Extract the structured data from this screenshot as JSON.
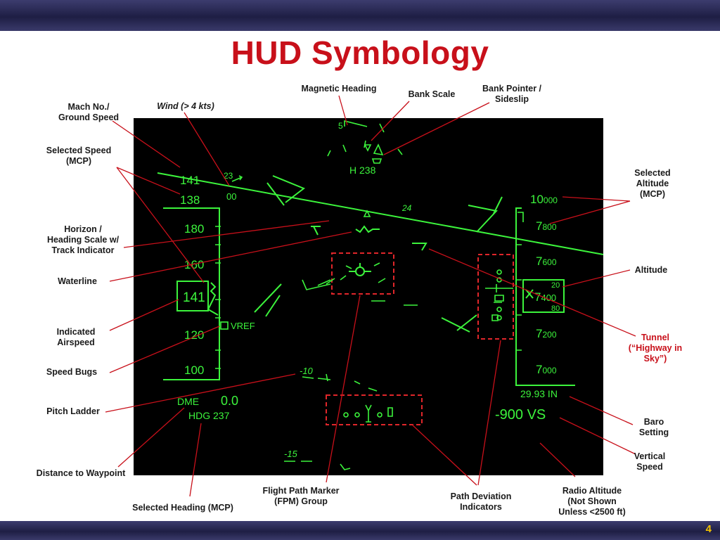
{
  "slide": {
    "title": "HUD Symbology",
    "page_number": "4",
    "colors": {
      "title": "#c8101a",
      "band": "#2a2a55",
      "hud_green": "#3cf43c",
      "hud_bg": "#000000",
      "pointer": "#c8101a",
      "page_number": "#f5c400"
    }
  },
  "labels": {
    "magnetic_heading": "Magnetic Heading",
    "bank_scale": "Bank Scale",
    "bank_pointer": [
      "Bank Pointer /",
      "Sideslip"
    ],
    "mach_ground_speed": [
      "Mach No./",
      "Ground Speed"
    ],
    "wind": "Wind (> 4 kts)",
    "selected_speed": [
      "Selected Speed",
      "(MCP)"
    ],
    "horizon": [
      "Horizon /",
      "Heading Scale w/",
      "Track Indicator"
    ],
    "waterline": "Waterline",
    "indicated_airspeed": [
      "Indicated",
      "Airspeed"
    ],
    "speed_bugs": "Speed Bugs",
    "pitch_ladder": "Pitch Ladder",
    "distance_to_waypoint": "Distance to Waypoint",
    "selected_heading": "Selected Heading (MCP)",
    "fpm_group": [
      "Flight Path Marker",
      "(FPM) Group"
    ],
    "path_deviation": [
      "Path Deviation",
      "Indicators"
    ],
    "radio_altitude": [
      "Radio Altitude",
      "(Not Shown",
      "Unless <2500 ft)"
    ],
    "selected_altitude": [
      "Selected",
      "Altitude",
      "(MCP)"
    ],
    "altitude": "Altitude",
    "tunnel": [
      "Tunnel",
      "(“Highway in",
      "Sky”)"
    ],
    "baro_setting": [
      "Baro",
      "Setting"
    ],
    "vertical_speed": [
      "Vertical",
      "Speed"
    ]
  },
  "hud": {
    "heading_readout": "H  238",
    "heading_tick_5": "5",
    "mach_value": "141",
    "selected_speed_value": "138",
    "wind_direction": "23",
    "wind_speed": "00",
    "track_tick": "24",
    "speed_tape": [
      "180",
      "160",
      "120",
      "100"
    ],
    "current_speed": "141",
    "vref_label": "VREF",
    "selected_altitude_value": {
      "big": "10",
      "small": "000"
    },
    "altitude_tape": [
      {
        "big": "7",
        "small": "800"
      },
      {
        "big": "7",
        "small": "600"
      },
      {
        "big": "7",
        "small": "200"
      },
      {
        "big": "7",
        "small": "000"
      }
    ],
    "current_altitude": {
      "big": "7",
      "small": "400",
      "above": "20",
      "below": "80"
    },
    "pitch_minus_10": "-10",
    "pitch_minus_15": "-15",
    "dme_label": "DME",
    "dme_value": "0.0",
    "heading_select": "HDG  237",
    "baro_value": "29.93  IN",
    "vertical_speed_value": "-900  VS"
  }
}
